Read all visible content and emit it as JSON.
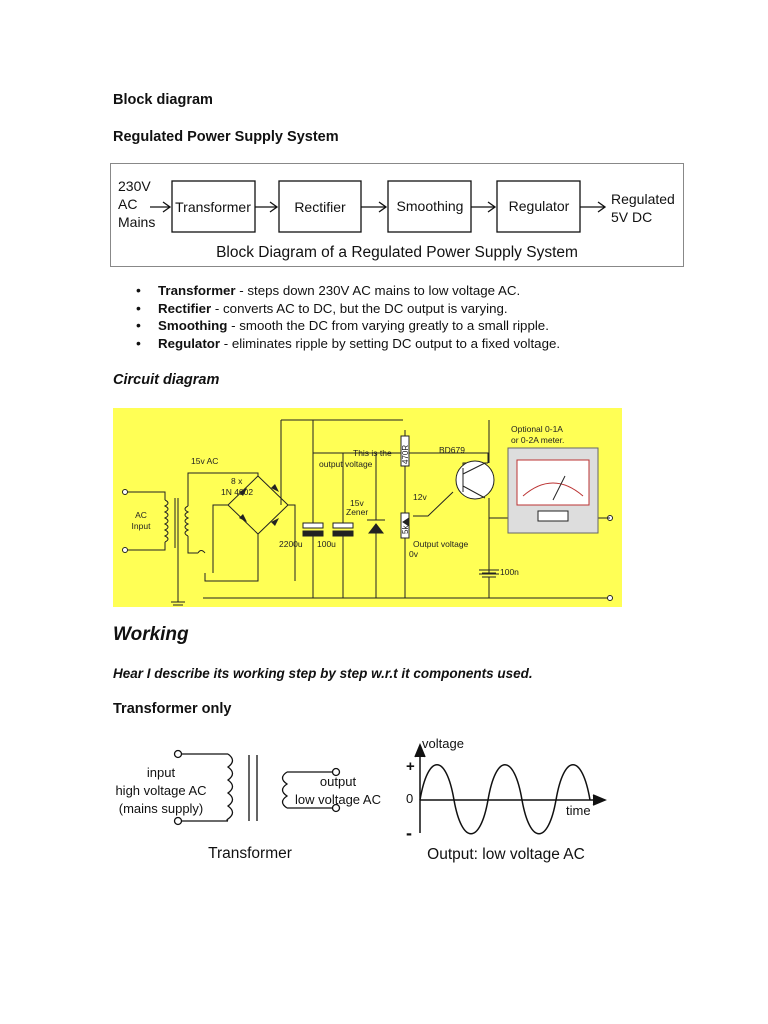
{
  "headings": {
    "block_diagram": "Block diagram",
    "regulated_system": "Regulated Power Supply System",
    "circuit_diagram": "Circuit diagram",
    "working": "Working",
    "intro": "Hear I describe its working step by step w.r.t it components used.",
    "transformer_only": "Transformer only"
  },
  "block": {
    "input": [
      "230V",
      "AC",
      "Mains"
    ],
    "blocks": [
      "Transformer",
      "Rectifier",
      "Smoothing",
      "Regulator"
    ],
    "output": [
      "Regulated",
      "5V DC"
    ],
    "caption": "Block Diagram of a Regulated Power Supply System"
  },
  "bullets": [
    {
      "term": "Transformer",
      "text": " - steps down 230V AC mains to low voltage AC."
    },
    {
      "term": "Rectifier",
      "text": " - converts AC to DC, but the DC output is varying."
    },
    {
      "term": "Smoothing",
      "text": " - smooth the DC from varying greatly to a small ripple."
    },
    {
      "term": "Regulator",
      "text": " - eliminates ripple by setting DC output to a fixed voltage."
    }
  ],
  "circuit": {
    "ac_input": [
      "AC",
      "Input"
    ],
    "v15ac": "15v AC",
    "diodes": [
      "8 x",
      "1N 4002"
    ],
    "c2200": "2200u",
    "c100u": "100u",
    "zener": [
      "15v",
      "Zener"
    ],
    "output_note": [
      "This is the",
      "output voltage"
    ],
    "r470": "470R",
    "r5k": "5k",
    "bd679": "BD679",
    "v12": "12v",
    "output_voltage": "Output voltage",
    "v0": "0v",
    "c100n": "100n",
    "meter": [
      "Optional 0-1A",
      "or 0-2A meter."
    ],
    "colors": {
      "background": "#ffff55",
      "wire": "#222222"
    }
  },
  "transformer": {
    "input": [
      "input",
      "high voltage AC",
      "(mains supply)"
    ],
    "output": [
      "output",
      "low voltage AC"
    ],
    "caption": "Transformer"
  },
  "graph": {
    "ylabel": "voltage",
    "plus": "+",
    "zero": "0",
    "minus": "-",
    "xlabel": "time",
    "caption": "Output: low voltage AC"
  }
}
